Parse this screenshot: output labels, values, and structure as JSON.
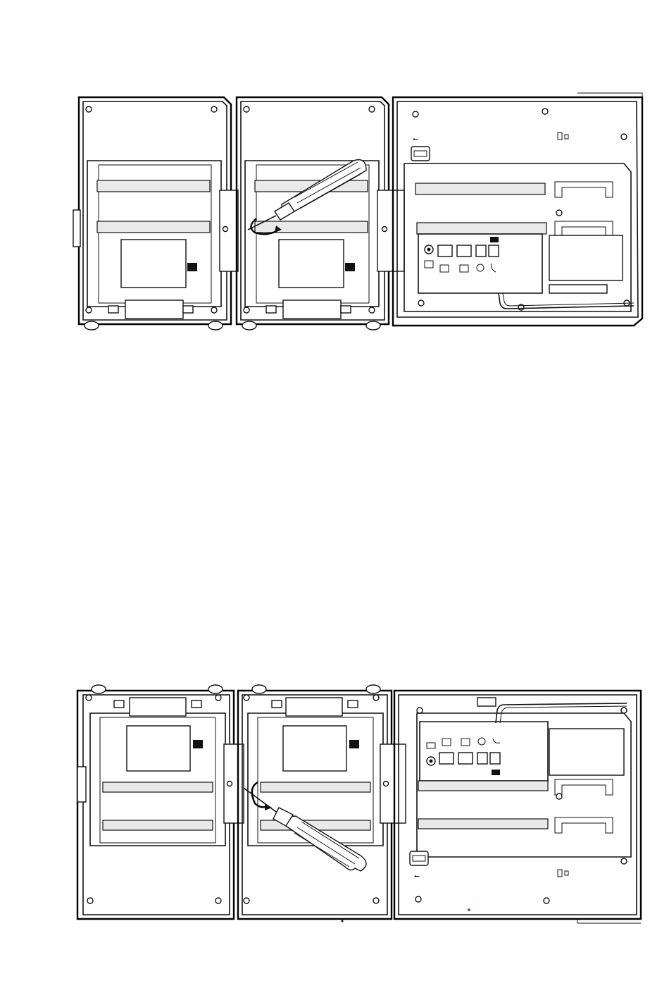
{
  "figures": [
    {
      "id": "rear-view-top",
      "description_id": "expansion-module-rear-mounted-right-side"
    },
    {
      "id": "rear-view-bottom",
      "description_id": "expansion-module-rear-mounted-flipped"
    }
  ],
  "icons": {
    "usb": "usb-icon",
    "lock": "kensington-lock-icon",
    "screw": "screw-icon",
    "screwdriver": "screwdriver-icon",
    "power": "power-jack-icon",
    "network": "network-port-icon",
    "pc": "pc-port-icon",
    "headset": "headset-port-icon",
    "handset": "handset-port-icon",
    "ext": "expansion-port-icon"
  },
  "colors": {
    "line": "#111111",
    "background": "#ffffff",
    "accent_dot": "#1a3fd6"
  }
}
